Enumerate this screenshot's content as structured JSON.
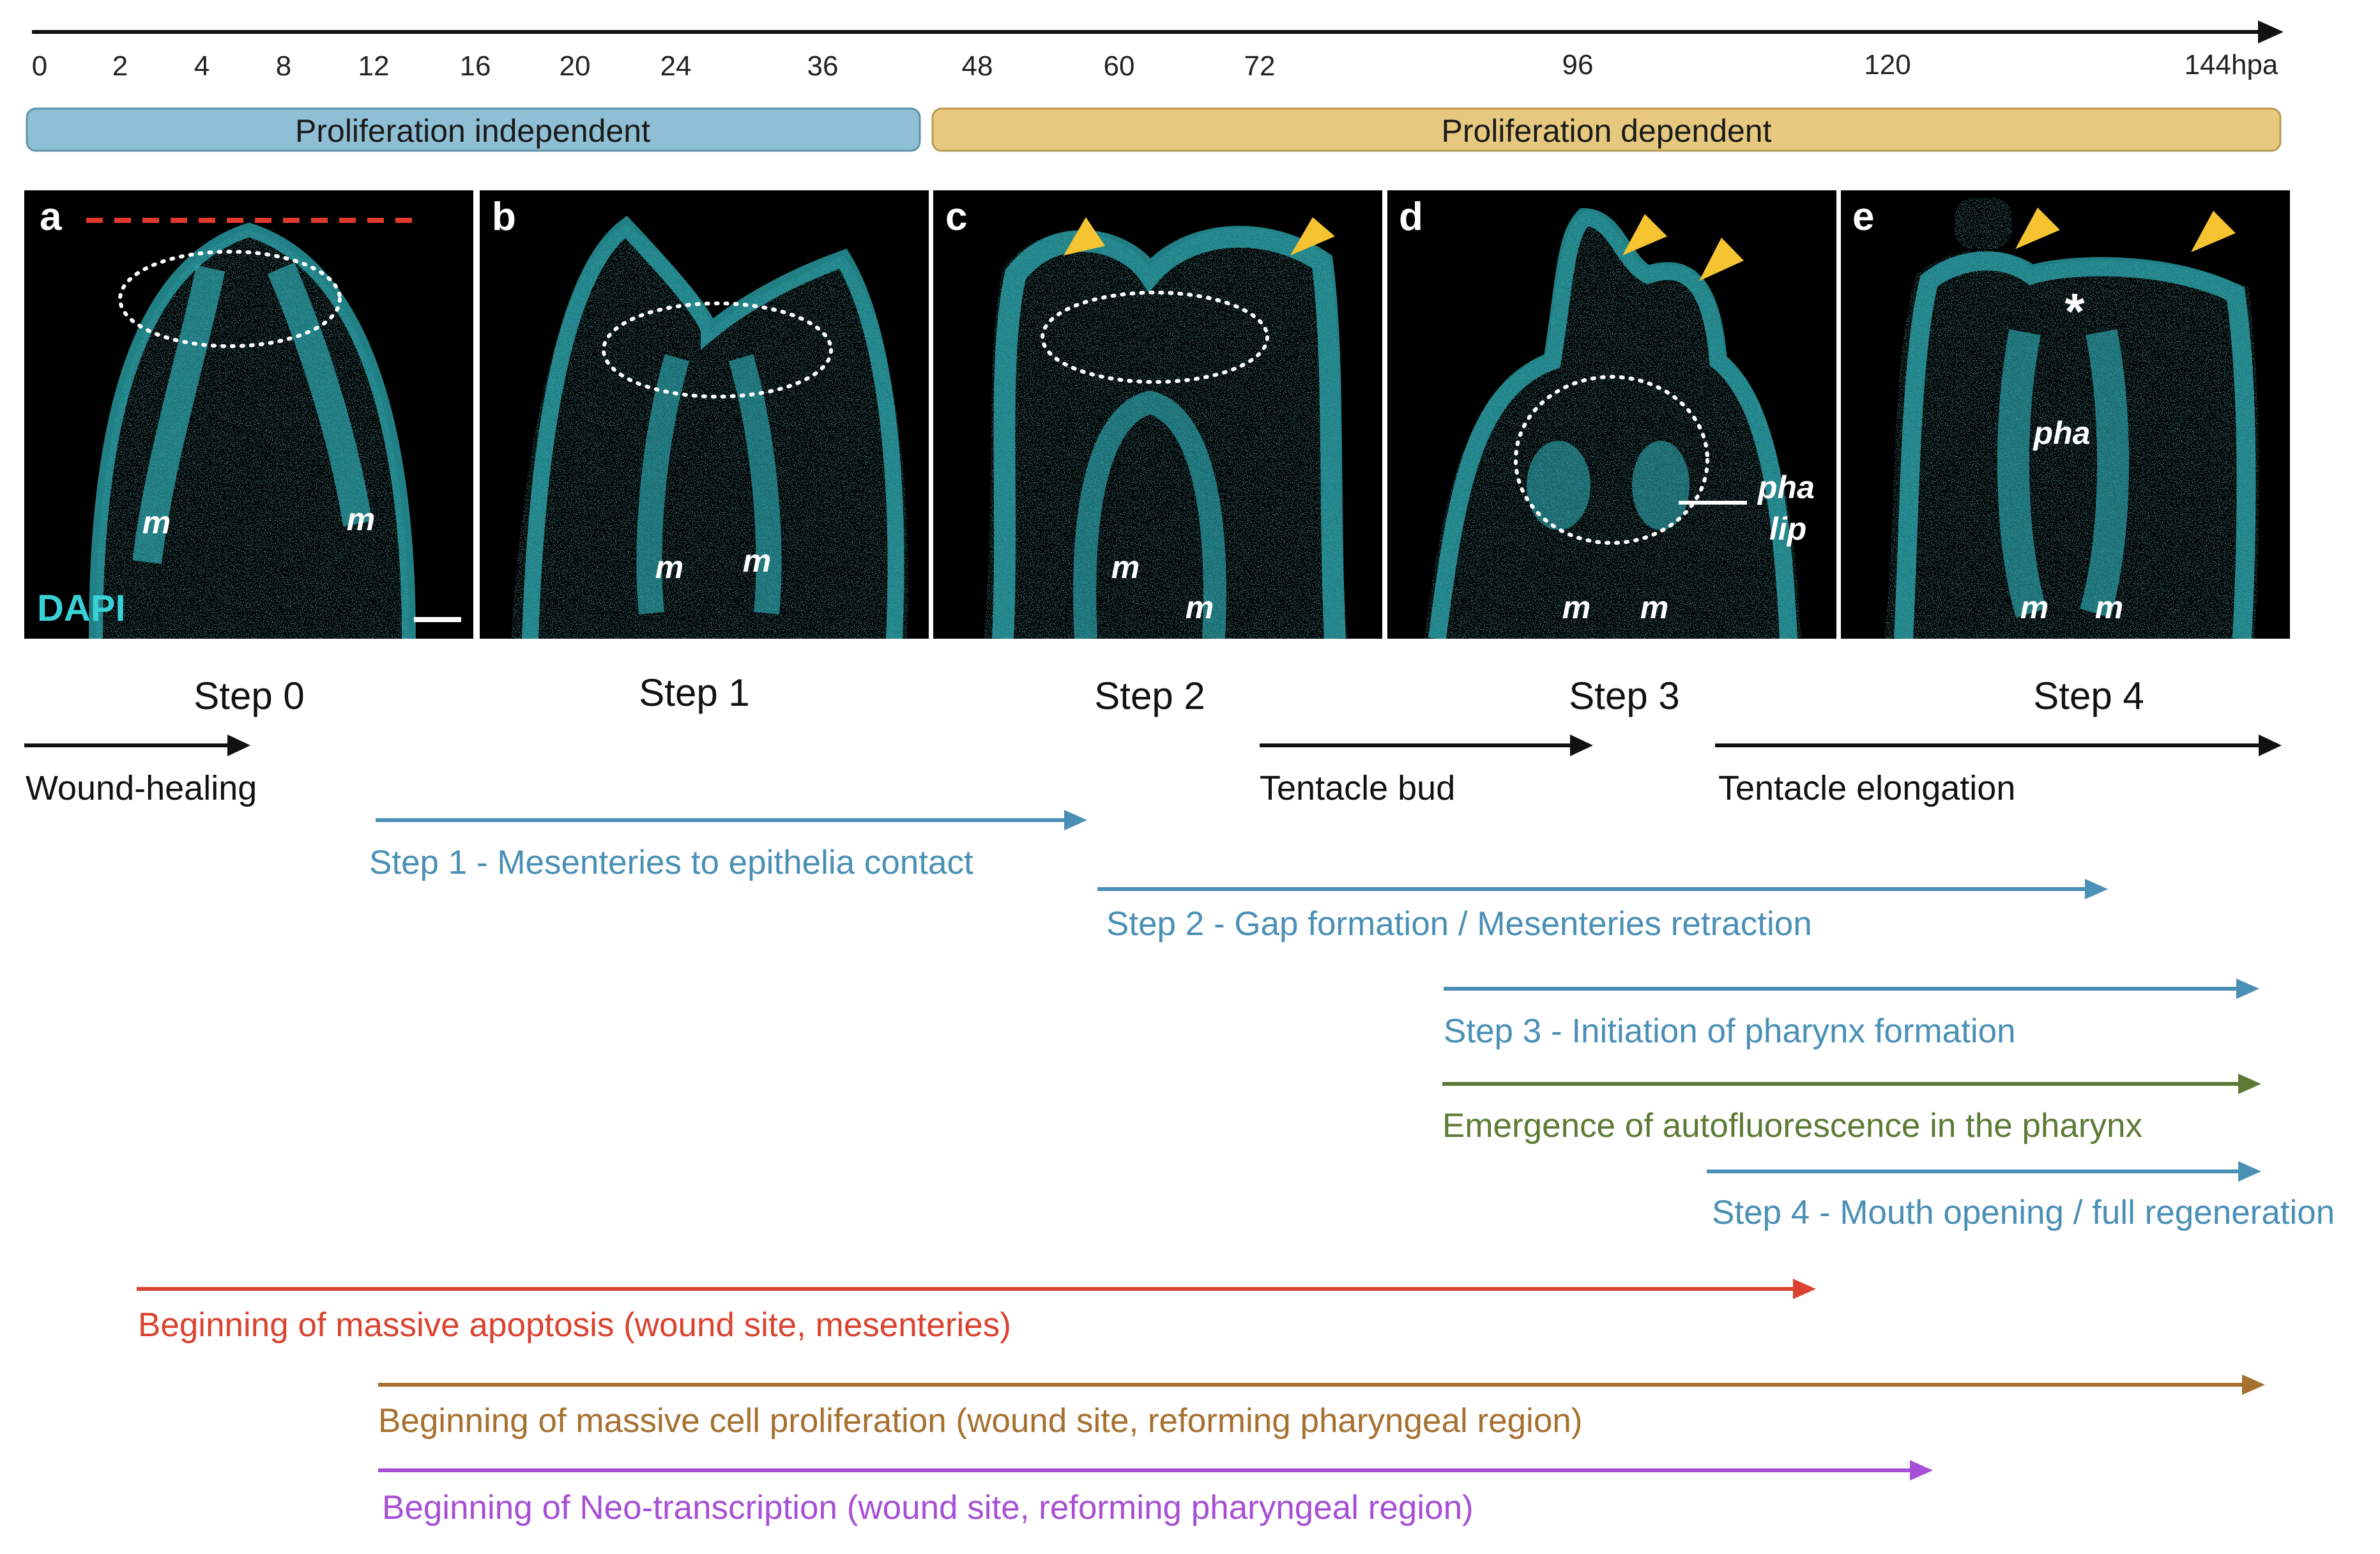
{
  "timeline": {
    "ticks": [
      "0",
      "2",
      "4",
      "8",
      "12",
      "16",
      "20",
      "24",
      "36",
      "48",
      "60",
      "72",
      "96",
      "120",
      "144hpa"
    ]
  },
  "phases": {
    "independent": {
      "label": "Proliferation independent",
      "color": "#8fbfd4"
    },
    "dependent": {
      "label": "Proliferation dependent",
      "color": "#e6c97f"
    }
  },
  "panels": [
    {
      "letter": "a",
      "labels": [
        "m",
        "m"
      ],
      "stain": "DAPI"
    },
    {
      "letter": "b",
      "labels": [
        "m",
        "m"
      ]
    },
    {
      "letter": "c",
      "labels": [
        "m",
        "m"
      ]
    },
    {
      "letter": "d",
      "labels": [
        "m",
        "m",
        "pha",
        "lip"
      ]
    },
    {
      "letter": "e",
      "labels": [
        "pha",
        "m",
        "m"
      ],
      "asterisk": "*"
    }
  ],
  "steps": [
    "Step 0",
    "Step 1",
    "Step 2",
    "Step 3",
    "Step 4"
  ],
  "morphology": [
    {
      "label": "Wound-healing"
    },
    {
      "label": "Tentacle bud"
    },
    {
      "label": "Tentacle elongation"
    }
  ],
  "events": [
    {
      "label": "Step 1 - Mesenteries to epithelia contact",
      "color": "#4a8fb5"
    },
    {
      "label": "Step 2 - Gap formation / Mesenteries retraction",
      "color": "#4a8fb5"
    },
    {
      "label": "Step 3 - Initiation of pharynx formation",
      "color": "#4a8fb5"
    },
    {
      "label": "Emergence of autofluorescence in the pharynx",
      "color": "#5c7a34"
    },
    {
      "label": "Step 4 - Mouth opening / full regeneration",
      "color": "#4a8fb5"
    },
    {
      "label": "Beginning of massive apoptosis (wound site, mesenteries)",
      "color": "#d9432f"
    },
    {
      "label": "Beginning of massive cell proliferation (wound site, reforming pharyngeal region)",
      "color": "#a6702e"
    },
    {
      "label": "Beginning of Neo-transcription (wound site, reforming pharyngeal region)",
      "color": "#a64fd6"
    }
  ],
  "colors": {
    "panel_bg": "#000000",
    "tissue": "#39c7cf",
    "arrowhead": "#f5c430",
    "cut_line": "#e03a2e"
  }
}
